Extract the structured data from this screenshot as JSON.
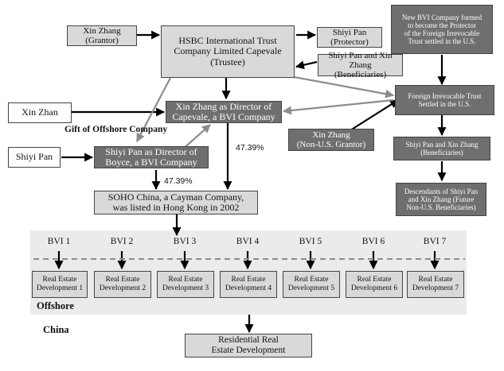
{
  "nodes": {
    "xin_zhang_grantor": "Xin Zhang\n(Grantor)",
    "hsbc_trustee": "HSBC International Trust\nCompany Limited Capevale\n(Trustee)",
    "shiyi_pan_protector": "Shiyi Pan\n(Protector)",
    "new_bvi_company": "New BVI Company formed\nto become the Protector\nof the Foreign Irrevocable\nTrust settled in the U.S.",
    "beneficiaries_top": "Shiyi Pan and Xin Zhang\n(Beneficiaries)",
    "xin_zhan": "Xin Zhan",
    "capevale_director": "Xin Zhang as Director of\nCapevale, a BVI Company",
    "foreign_trust": "Foreign Irrevocable Trust\nSettled in the U.S.",
    "xin_zhang_nonus": "Xin Zhang\n(Non-U.S. Grantor)",
    "shiyi_pan": "Shiyi Pan",
    "boyce_director": "Shiyi Pan as Director of\nBoyce, a BVI Company",
    "beneficiaries_right": "Shiyi Pan and Xin Zhang\n(Beneficiaries)",
    "descendants": "Descendants of Shiyi Pan\nand Xin Zhang (Future\nNon-U.S. Beneficiaries)",
    "soho_china": "SOHO China, a Cayman Company,\nwas listed in Hong Kong in 2002",
    "residential": "Residential Real\nEstate Development"
  },
  "labels": {
    "gift": "Gift of Offshore Company",
    "pct_capevale": "47.39%",
    "pct_boyce": "47.39%",
    "offshore": "Offshore",
    "china": "China"
  },
  "bvis": [
    {
      "name": "BVI 1",
      "development": "Real Estate\nDevelopment 1"
    },
    {
      "name": "BVI 2",
      "development": "Real Estate\nDevelopment 2"
    },
    {
      "name": "BVI 3",
      "development": "Real Estate\nDevelopment 3"
    },
    {
      "name": "BVI 4",
      "development": "Real Estate\nDevelopment 4"
    },
    {
      "name": "BVI 5",
      "development": "Real Estate\nDevelopment 5"
    },
    {
      "name": "BVI 6",
      "development": "Real Estate\nDevelopment 6"
    },
    {
      "name": "BVI 7",
      "development": "Real Estate\nDevelopment 7"
    }
  ],
  "colors": {
    "light_fill": "#d9d9d9",
    "dark_fill": "#6f6f6f",
    "band": "#ebebeb",
    "gray_arrow": "#8c8c8c",
    "black_arrow": "#000000"
  }
}
